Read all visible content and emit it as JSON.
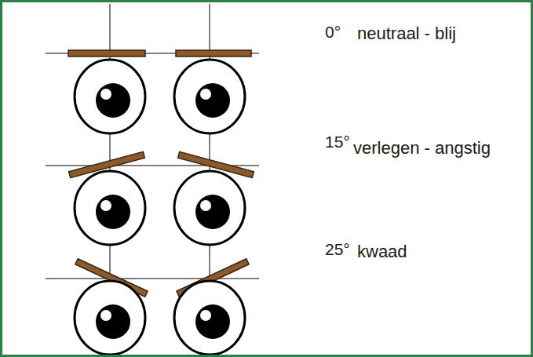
{
  "diagram": {
    "labels": [
      "0°",
      "neutraal - blij",
      "15°",
      "verlegen - angstig",
      "25°",
      "kwaad"
    ]
  }
}
